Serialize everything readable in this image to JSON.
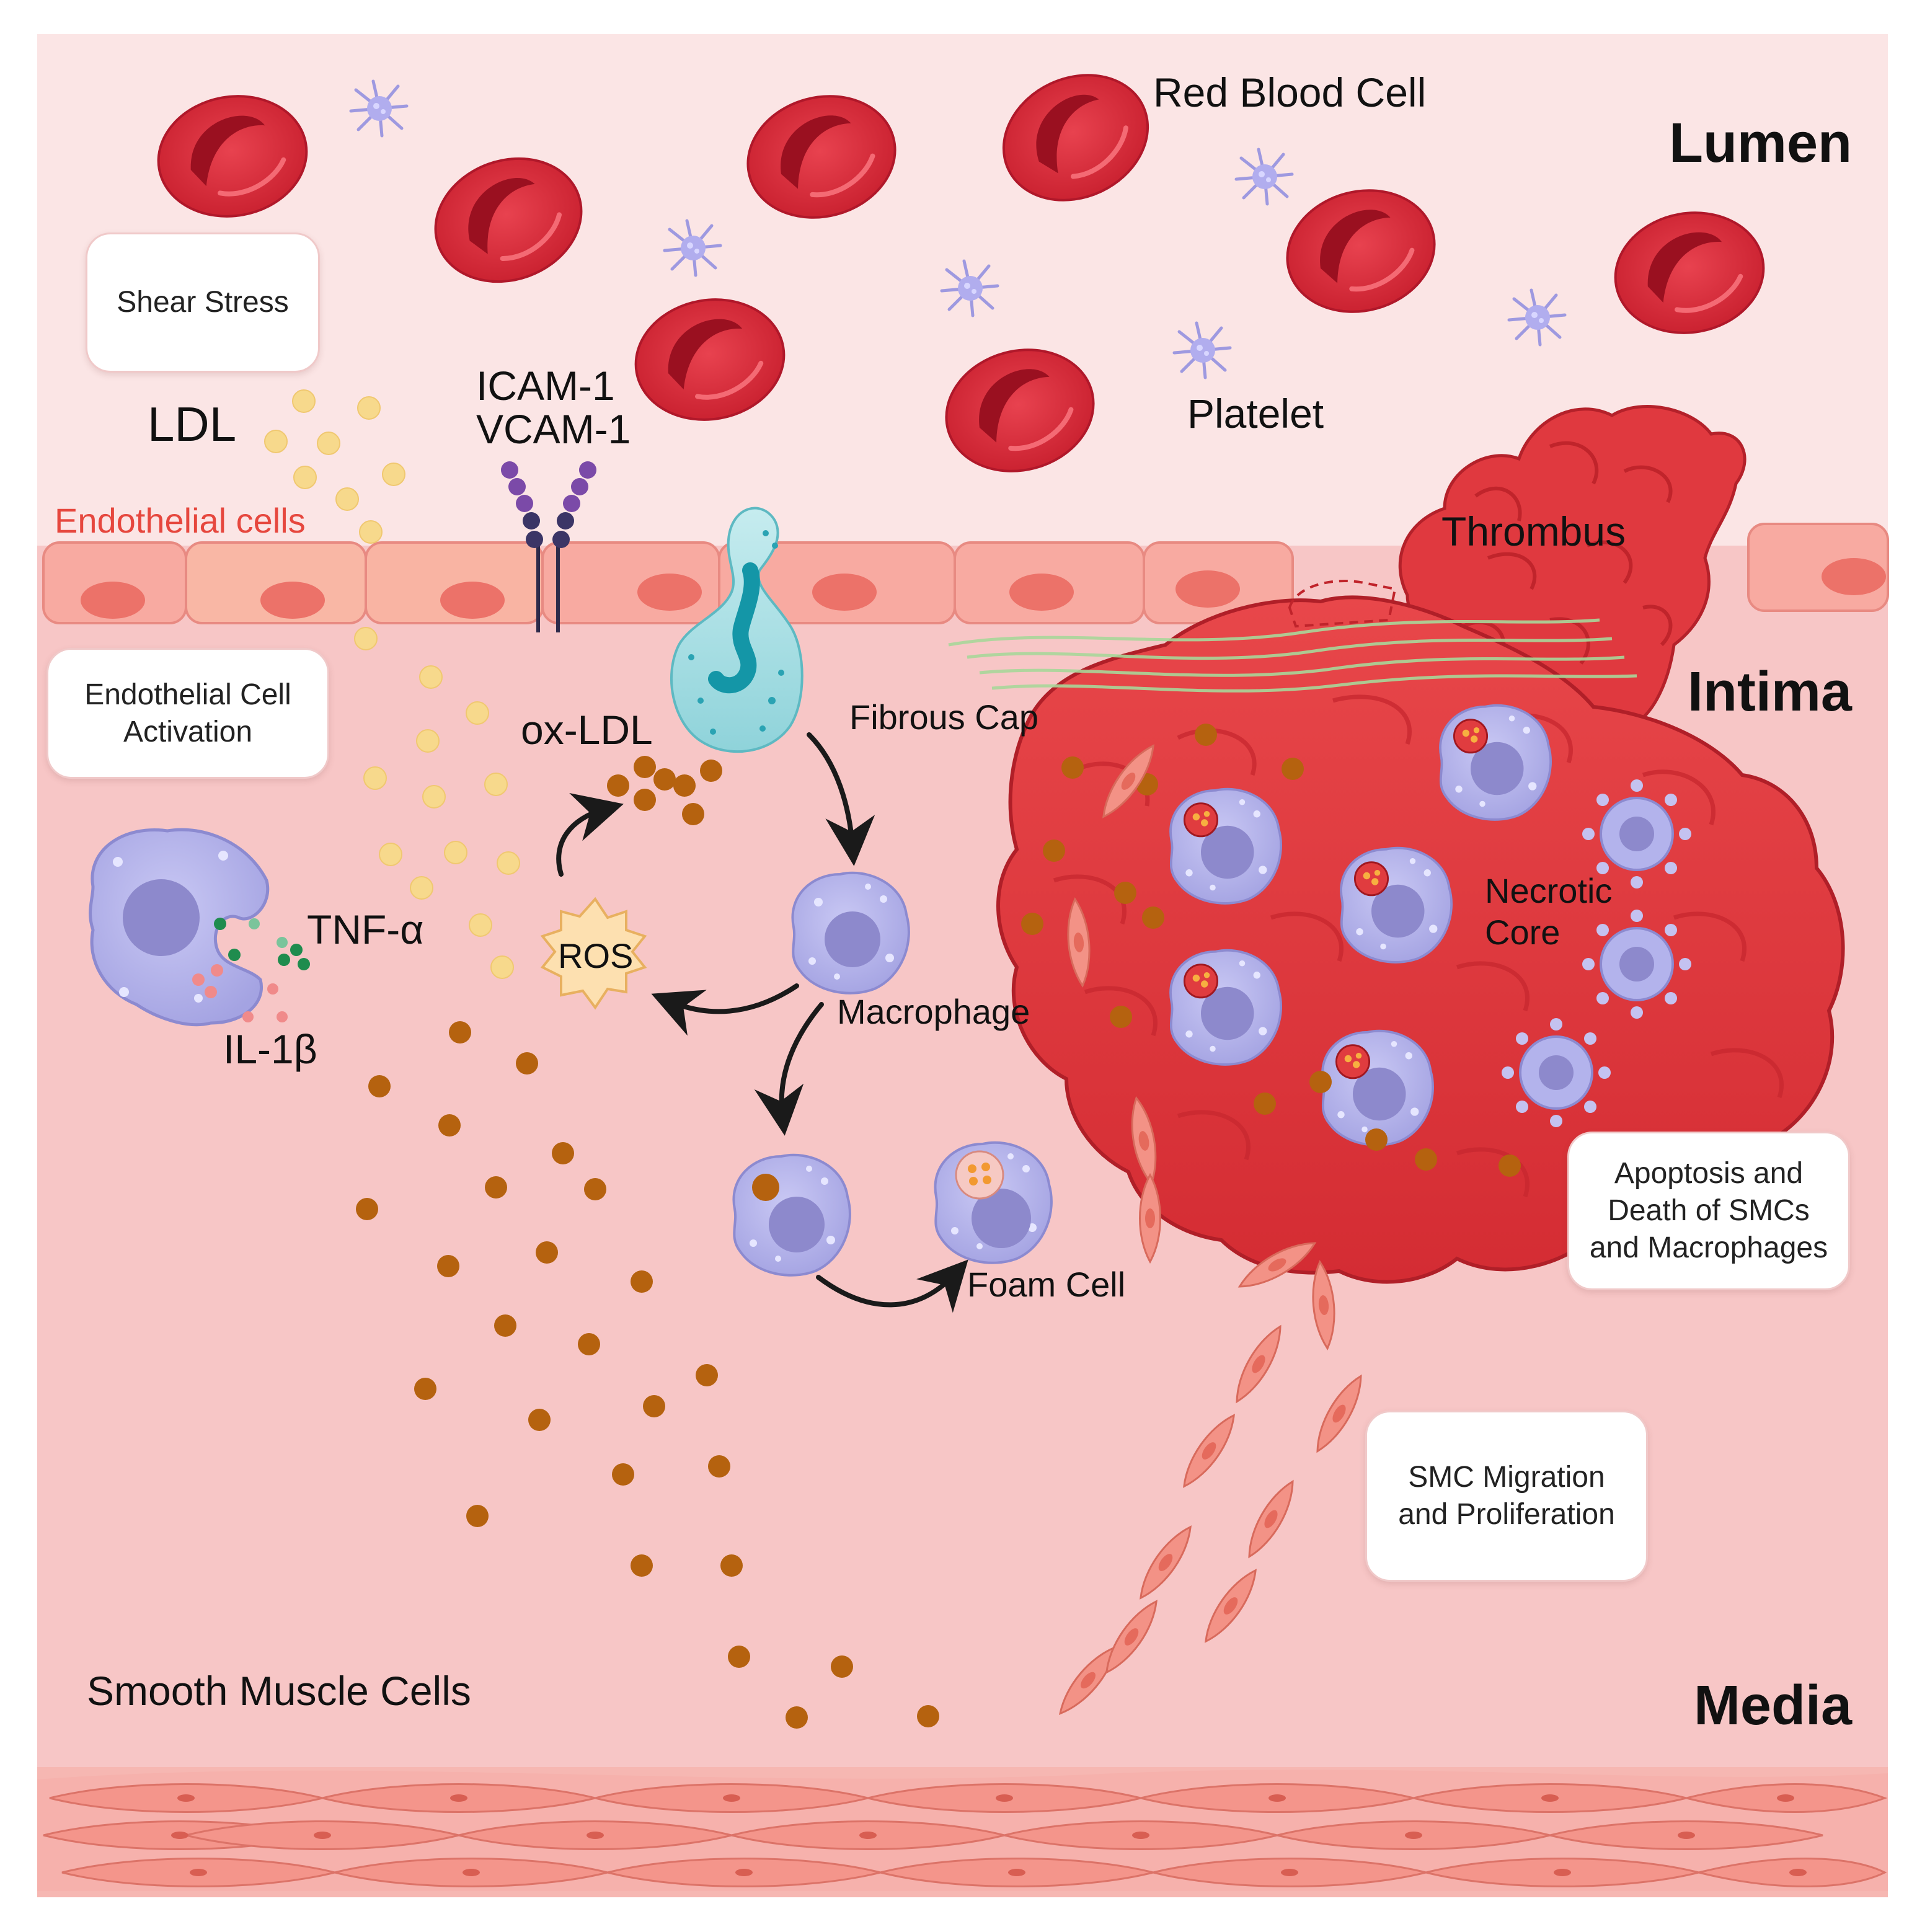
{
  "layers": {
    "lumen": "Lumen",
    "intima": "Intima",
    "media": "Media"
  },
  "labels": {
    "red_blood_cell": "Red Blood Cell",
    "platelet": "Platelet",
    "thrombus": "Thrombus",
    "ldl": "LDL",
    "icam": "ICAM-1",
    "vcam": "VCAM-1",
    "endothelial_cells": "Endothelial cells",
    "ox_ldl": "ox-LDL",
    "fibrous_cap": "Fibrous Cap",
    "ros": "ROS",
    "macrophage": "Macrophage",
    "tnf": "TNF-α",
    "il1b": "IL-1β",
    "foam_cell": "Foam Cell",
    "necrotic_core_line1": "Necrotic",
    "necrotic_core_line2": "Core",
    "smooth_muscle_cells": "Smooth Muscle Cells"
  },
  "boxes": {
    "shear_stress": "Shear Stress",
    "endothelial_activation_line1": "Endothelial Cell",
    "endothelial_activation_line2": "Activation",
    "apoptosis_line1": "Apoptosis and",
    "apoptosis_line2": "Death of SMCs",
    "apoptosis_line3": "and Macrophages",
    "smc_migration_line1": "SMC Migration",
    "smc_migration_line2": "and Proliferation"
  },
  "colors": {
    "lumen_bg": "#fbe5e5",
    "intima_bg": "#f7c6c6",
    "rbc": "#d8283a",
    "rbc_dark": "#a2141f",
    "platelet": "#a9a4e6",
    "ldl": "#f7d98c",
    "ox_ldl": "#b5620f",
    "plaque": "#e03c3f",
    "plaque_dark": "#c0242b",
    "macrophage": "#b3b3ec",
    "macrophage_nucleus": "#8d89cc",
    "endothelium": "#f8a9a0",
    "smc": "#f48d80",
    "endothelial_label": "#e6473e"
  }
}
